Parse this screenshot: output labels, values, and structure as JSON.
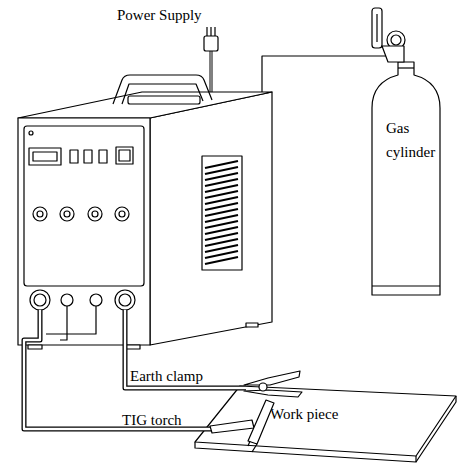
{
  "diagram": {
    "nodes": [
      {
        "text": [
          "Gas cylinder"
        ]
      },
      {
        "text": [
          "Work piece"
        ]
      }
    ],
    "labels": [
      "Power Supply",
      "Earth clamp",
      "TIG torch"
    ]
  }
}
